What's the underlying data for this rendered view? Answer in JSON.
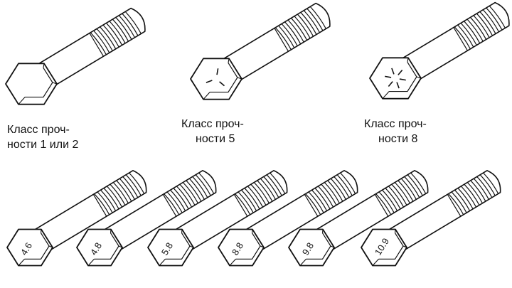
{
  "top_bolts": [
    {
      "id": "class-1-2",
      "marking": "none",
      "caption": [
        "Класс проч-",
        "ности 1 или 2"
      ]
    },
    {
      "id": "class-5",
      "marking": "three-radial-lines",
      "caption": [
        "Класс проч-",
        "ности 5"
      ]
    },
    {
      "id": "class-8",
      "marking": "six-radial-lines",
      "caption": [
        "Класс проч-",
        "ности 8"
      ]
    }
  ],
  "bottom_bolts": [
    {
      "id": "grade-4-6",
      "label": "4.6"
    },
    {
      "id": "grade-4-8",
      "label": "4.8"
    },
    {
      "id": "grade-5-8",
      "label": "5.8"
    },
    {
      "id": "grade-8-8",
      "label": "8.8"
    },
    {
      "id": "grade-9-8",
      "label": "9.8"
    },
    {
      "id": "grade-10-9",
      "label": "10.9"
    }
  ],
  "colors": {
    "stroke": "#111111",
    "fill": "#ffffff"
  }
}
